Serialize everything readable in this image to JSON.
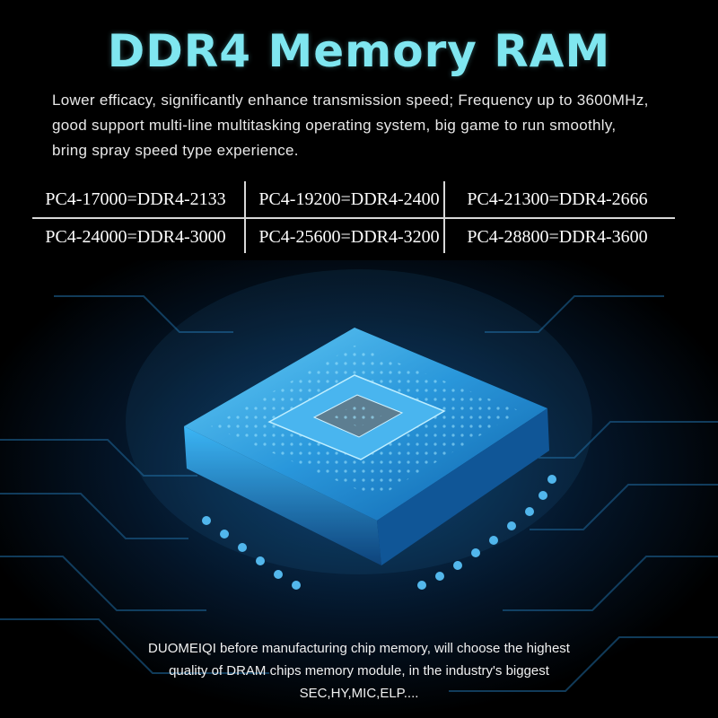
{
  "header": {
    "title": "DDR4 Memory RAM",
    "intro_lines": [
      "Lower efficacy, significantly enhance transmission speed; Frequency up to 3600MHz,",
      "good support multi-line multitasking operating system, big game to run smoothly,",
      "bring spray speed type experience."
    ]
  },
  "spec_table": {
    "rows": [
      [
        "PC4-17000=DDR4-2133",
        "PC4-19200=DDR4-2400",
        "PC4-21300=DDR4-2666"
      ],
      [
        "PC4-24000=DDR4-3000",
        "PC4-25600=DDR4-3200",
        "PC4-28800=DDR4-3600"
      ]
    ]
  },
  "footer": {
    "lines": [
      "DUOMEIQI before manufacturing chip memory, will choose the highest",
      "quality of DRAM chips memory module, in the industry's biggest",
      "SEC,HY,MIC,ELP...."
    ]
  },
  "colors": {
    "title": "#7fe6f0",
    "chip_glow": "#2aa8ff",
    "background": "#000000"
  }
}
